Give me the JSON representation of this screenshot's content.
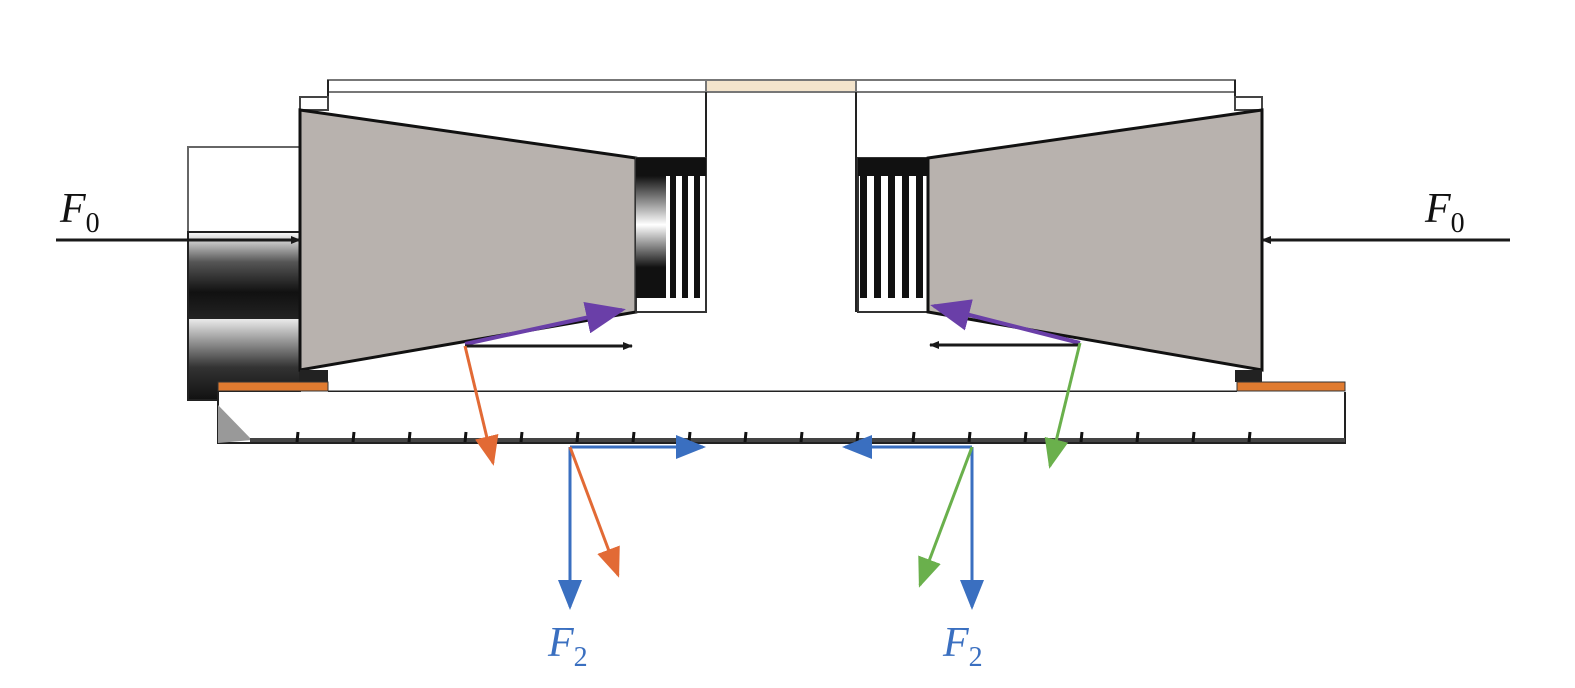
{
  "labels": {
    "force_left": {
      "symbol": "F",
      "subscript": "0"
    },
    "force_right": {
      "symbol": "F",
      "subscript": "0"
    },
    "force_bottom_left": {
      "symbol": "F",
      "subscript": "2"
    },
    "force_bottom_right": {
      "symbol": "F",
      "subscript": "2"
    }
  },
  "colors": {
    "cone": "#b8b2ae",
    "axial_force": "#1a1a1a",
    "friction_force": "#6a3fa8",
    "left_resultant": "#e26a35",
    "right_resultant": "#6ab04c",
    "component_force": "#3a6fc0",
    "gasket": "#e07b30"
  }
}
